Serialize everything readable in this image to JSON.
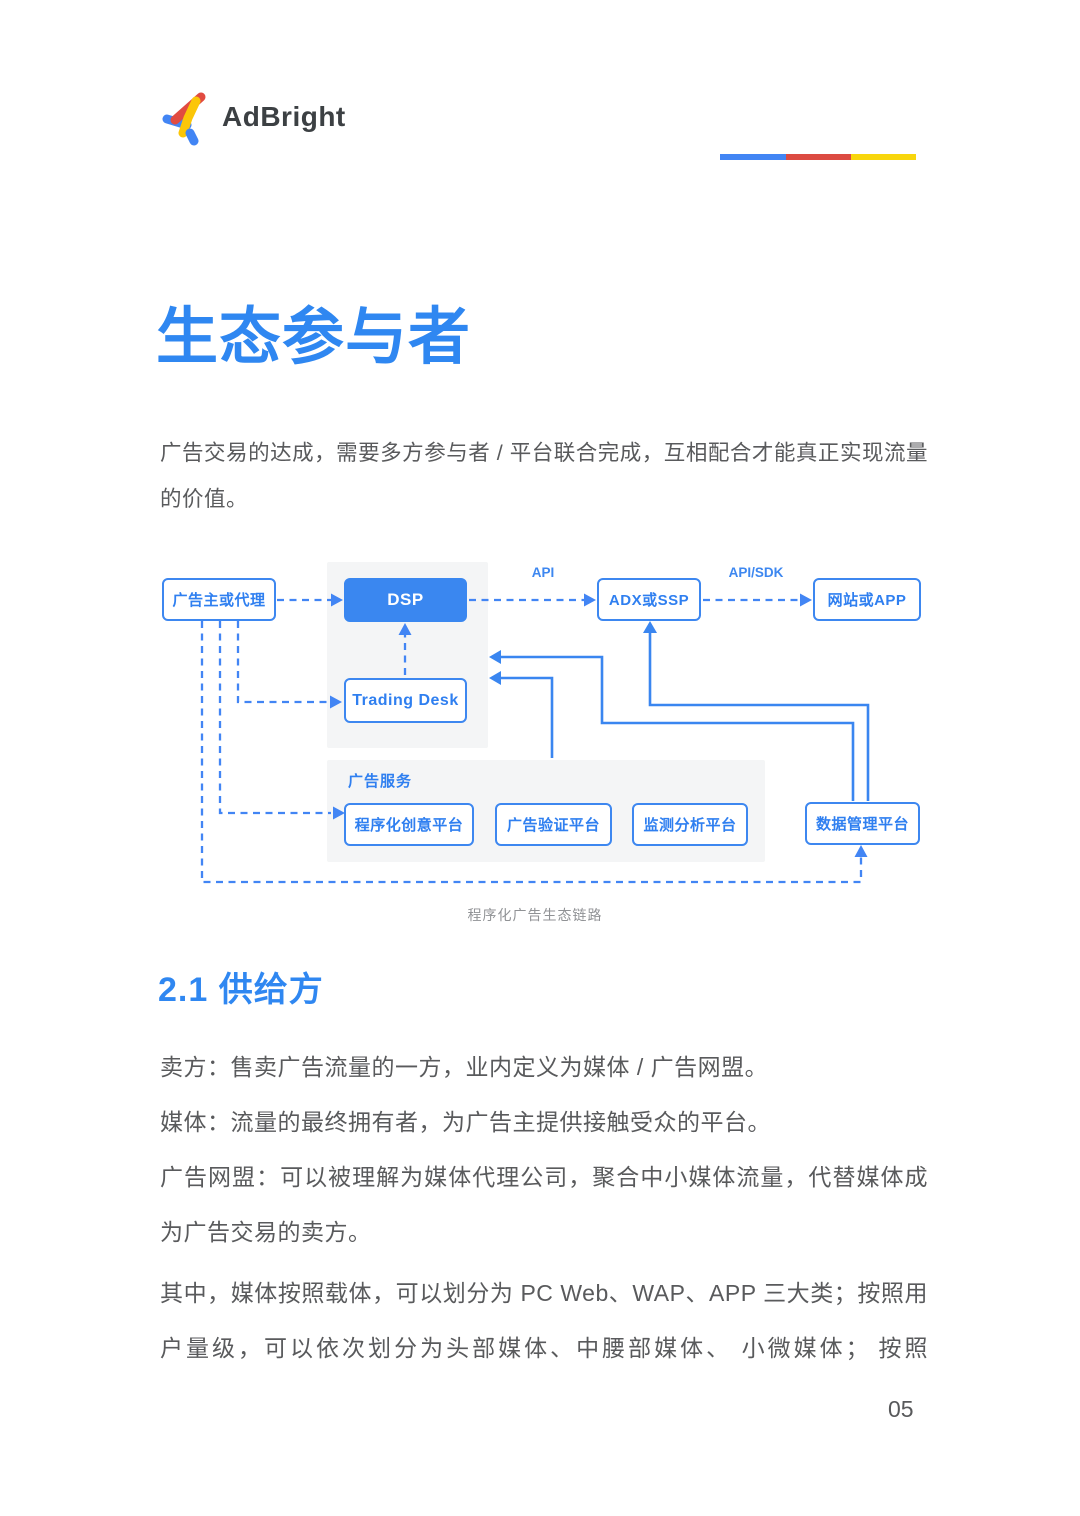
{
  "header": {
    "logo_text": "AdBright",
    "accent_colors": {
      "blue": "#4285f4",
      "red": "#dc4b42",
      "yellow": "#f8d60c"
    }
  },
  "title": "生态参与者",
  "intro": "广告交易的达成，需要多方参与者 / 平台联合完成，互相配合才能真正实现流量的价值。",
  "diagram": {
    "caption": "程序化广告生态链路",
    "labels": {
      "api": "API",
      "api_sdk": "API/SDK",
      "ad_service": "广告服务"
    },
    "nodes": {
      "advertiser": "广告主或代理",
      "dsp": "DSP",
      "adx": "ADX或SSP",
      "site": "网站或APP",
      "trading_desk": "Trading Desk",
      "creative": "程序化创意平台",
      "verification": "广告验证平台",
      "monitoring": "监测分析平台",
      "dmp": "数据管理平台"
    },
    "line_color": "#3a86f0"
  },
  "section": {
    "heading": "2.1 供给方",
    "paragraph1": [
      "卖方：售卖广告流量的一方，业内定义为媒体 / 广告网盟。",
      "媒体：流量的最终拥有者，为广告主提供接触受众的平台。",
      "广告网盟：可以被理解为媒体代理公司，聚合中小媒体流量，代替媒体成为广告交易的卖方。"
    ],
    "paragraph2": "其中，媒体按照载体，可以划分为 PC Web、WAP、APP 三大类；按照用户量级，可以依次划分为头部媒体、中腰部媒体、 小微媒体； 按照"
  },
  "page": {
    "number": "05"
  }
}
